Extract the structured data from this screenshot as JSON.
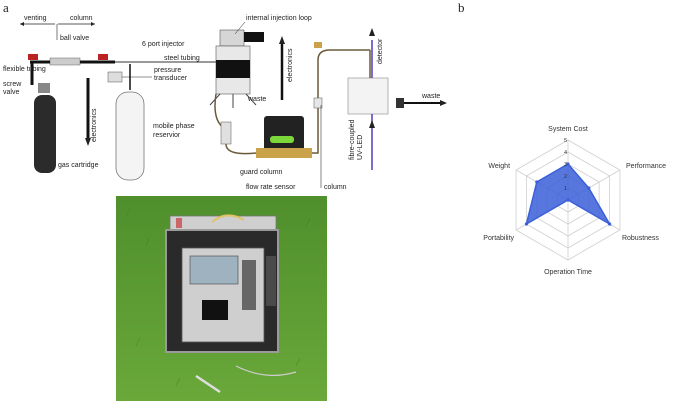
{
  "panels": {
    "a": "a",
    "b": "b"
  },
  "schematic": {
    "labels": {
      "venting": "venting",
      "column_top": "column",
      "ball_valve": "ball valve",
      "flexible_tubing": "flexible tubing",
      "screw_valve": "screw\nvalve",
      "electronics_left": "electronics",
      "gas_cartridge": "gas cartridge",
      "six_port_injector": "6 port injector",
      "steel_tubing": "steel tubing",
      "pressure_transducer": "pressure\ntransducer",
      "mobile_phase_reservior": "mobile phase\nreservior",
      "internal_injection_loop": "internal injection loop",
      "electronics_mid": "electronics",
      "waste_mid": "waste",
      "guard_column": "guard column",
      "flow_rate_sensor": "flow rate sensor",
      "detector": "detector",
      "fibre_coupled": "fibre-coupled\nUV-LED",
      "waste_right": "waste",
      "column_bottom": "column"
    }
  },
  "photo": {
    "alt": ""
  },
  "chart_data": {
    "type": "radar",
    "axes": [
      "System Cost",
      "Performance",
      "Robustness",
      "Operation Time",
      "Portability",
      "Weight"
    ],
    "values": [
      3,
      2,
      4,
      0,
      4,
      3
    ],
    "rlim": [
      0,
      5
    ],
    "ticks": [
      "1",
      "2",
      "3",
      "4",
      "5"
    ],
    "fill_color": "#3a5fd9",
    "grid": true
  }
}
